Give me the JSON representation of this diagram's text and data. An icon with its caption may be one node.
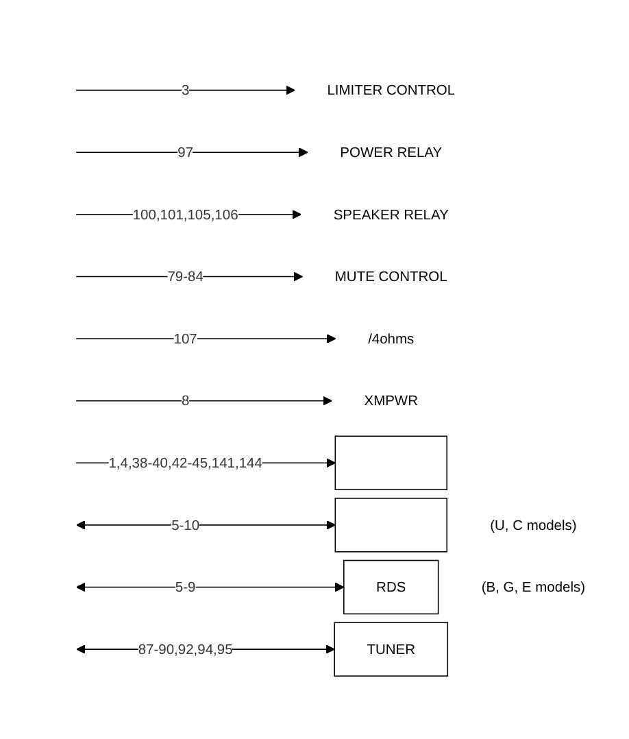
{
  "diagram": {
    "nodes": [
      {
        "text": [
          "LIMITER CONTROL"
        ]
      },
      {
        "text": [
          "POWER RELAY"
        ]
      },
      {
        "text": [
          "SPEAKER RELAY"
        ]
      },
      {
        "text": [
          "MUTE CONTROL"
        ]
      },
      {
        "text": [
          "/4ohms"
        ]
      },
      {
        "text": [
          "XMPWR"
        ]
      },
      {
        "text": [],
        "shape": "box"
      },
      {
        "text": [],
        "shape": "box",
        "beside": [
          "(U, C models)"
        ]
      },
      {
        "text": [
          "RDS"
        ],
        "beside": [
          "(B, G, E models)"
        ]
      },
      {
        "text": [
          "TUNER"
        ]
      }
    ],
    "edges": [
      {
        "from": null,
        "to": 0,
        "arrow": "to",
        "label": "3"
      },
      {
        "from": null,
        "to": 1,
        "arrow": "to",
        "label": "97"
      },
      {
        "from": null,
        "to": 2,
        "arrow": "to",
        "label": "100,101,105,106"
      },
      {
        "from": null,
        "to": 3,
        "arrow": "to",
        "label": "79-84"
      },
      {
        "from": null,
        "to": 4,
        "arrow": "to",
        "label": "107"
      },
      {
        "from": null,
        "to": 5,
        "arrow": "to",
        "label": "8"
      },
      {
        "from": null,
        "to": 6,
        "arrow": "to",
        "label": "1,4,38-40,42-45,141,144"
      },
      {
        "from": null,
        "to": 7,
        "arrow": "both",
        "label": "5-10"
      },
      {
        "from": null,
        "to": 8,
        "arrow": "both",
        "label": "5-9"
      },
      {
        "from": null,
        "to": 9,
        "arrow": "both",
        "label": "87-90,92,94,95"
      }
    ]
  }
}
